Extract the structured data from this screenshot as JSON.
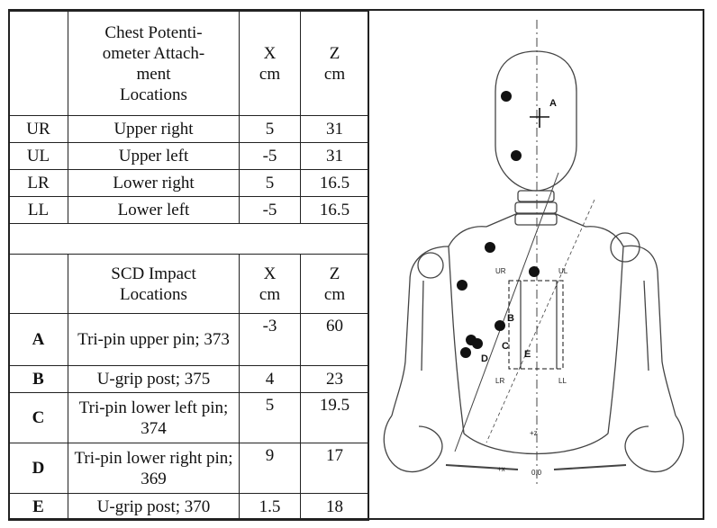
{
  "table_potentiometer": {
    "headers": {
      "blank": "",
      "location": "Chest Potenti-\nometer Attach-\nment\nLocations",
      "x": "X\ncm",
      "z": "Z\ncm"
    },
    "rows": [
      {
        "id": "UR",
        "location": "Upper right",
        "x": "5",
        "z": "31"
      },
      {
        "id": "UL",
        "location": "Upper left",
        "x": "-5",
        "z": "31"
      },
      {
        "id": "LR",
        "location": "Lower right",
        "x": "5",
        "z": "16.5"
      },
      {
        "id": "LL",
        "location": "Lower left",
        "x": "-5",
        "z": "16.5"
      }
    ]
  },
  "table_impact": {
    "headers": {
      "blank": "",
      "location": "SCD Impact\nLocations",
      "x": "X\ncm",
      "z": "Z\ncm"
    },
    "rows": [
      {
        "id": "A",
        "location": "Tri-pin upper pin; 373",
        "x": "-3",
        "z": "60"
      },
      {
        "id": "B",
        "location": "U-grip post; 375",
        "x": "4",
        "z": "23"
      },
      {
        "id": "C",
        "location": "Tri-pin lower left pin; 374",
        "x": "5",
        "z": "19.5"
      },
      {
        "id": "D",
        "location": "Tri-pin lower right pin; 369",
        "x": "9",
        "z": "17"
      },
      {
        "id": "E",
        "location": "U-grip post; 370",
        "x": "1.5",
        "z": "18"
      }
    ]
  },
  "figure": {
    "labels": {
      "A": "A",
      "B": "B",
      "C": "C",
      "D": "D",
      "E": "E",
      "UR": "UR",
      "UL": "UL",
      "LR": "LR",
      "LL": "LL",
      "plus_z": "+z",
      "plus_x": "+x",
      "origin": "0,0"
    },
    "colors": {
      "ink": "#111111",
      "line": "#444444"
    }
  }
}
